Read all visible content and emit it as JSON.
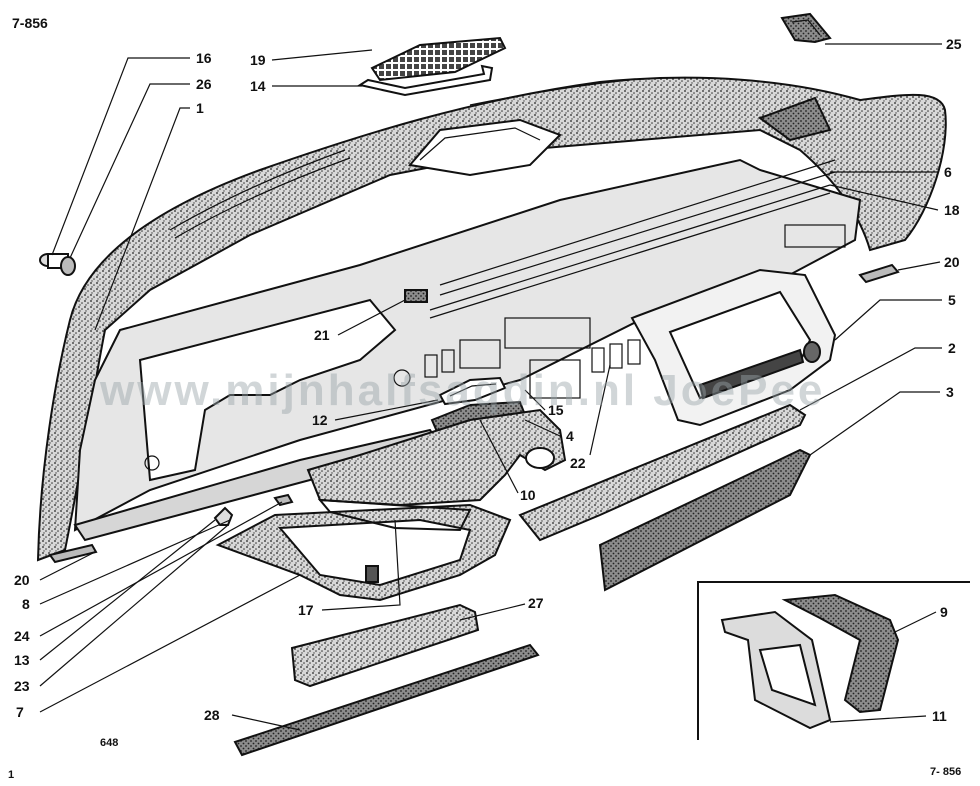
{
  "diagram": {
    "figure_code_top": "7-856",
    "figure_code_bottom": "7- 856",
    "page_number": "1",
    "plate_number": "648",
    "watermark": "www.mijnhalfsaqdin.nl JoePee",
    "callouts": [
      "16",
      "26",
      "1",
      "19",
      "14",
      "25",
      "6",
      "18",
      "20",
      "5",
      "2",
      "3",
      "21",
      "12",
      "15",
      "4",
      "22",
      "10",
      "20",
      "8",
      "24",
      "13",
      "23",
      "7",
      "17",
      "27",
      "28",
      "9",
      "11"
    ]
  },
  "colors": {
    "ink": "#111111",
    "stipple": "#8a8a8a",
    "shade": "#6e6e6e",
    "light": "#c9c9c9",
    "watermark": "#9aa3a8"
  }
}
